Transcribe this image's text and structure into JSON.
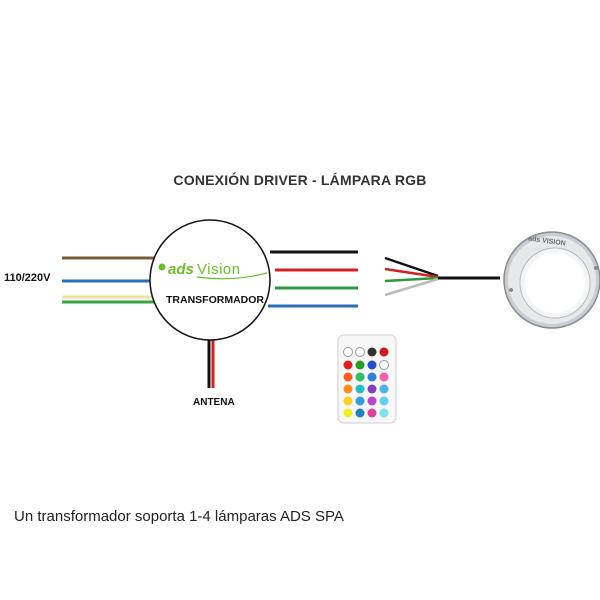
{
  "title": "CONEXIÓN DRIVER - LÁMPARA RGB",
  "input_voltage_label": "110/220V",
  "transformer": {
    "label": "TRANSFORMADOR",
    "brand_logo_text": "ads Vision"
  },
  "antenna_label": "ANTENA",
  "caption": "Un transformador soporta 1-4 lámparas ADS SPA",
  "lamp": {
    "brand_text": "ads VISION"
  },
  "colors": {
    "wire_brown": "#7a5a3a",
    "wire_blue": "#2a6fb5",
    "wire_yellow_green_a": "#e8e4a0",
    "wire_yellow_green_b": "#3aa040",
    "wire_black": "#111111",
    "wire_red": "#d42020",
    "wire_green": "#2a9a3a",
    "brand_green": "#6cbf2a"
  }
}
